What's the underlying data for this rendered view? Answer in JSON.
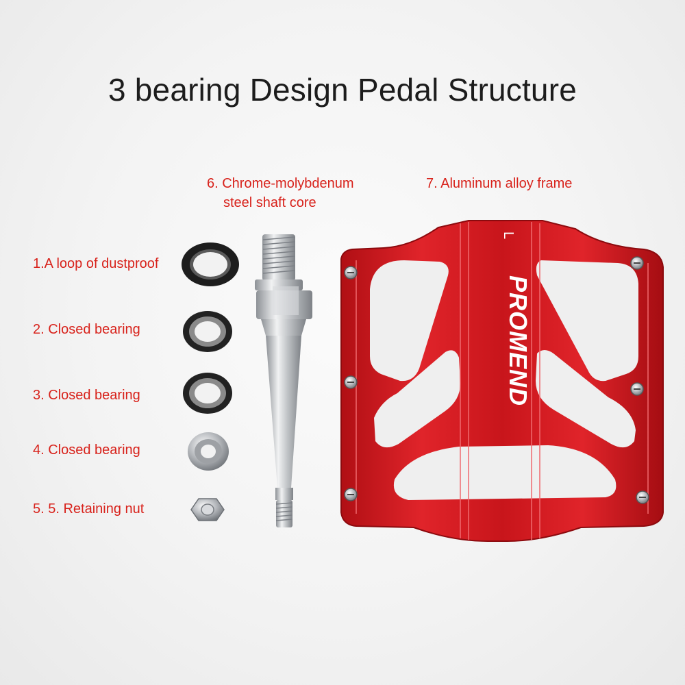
{
  "title": "3 bearing Design Pedal Structure",
  "callouts": {
    "shaft": [
      "6. Chrome-molybdenum",
      "steel shaft core"
    ],
    "frame": "7. Aluminum alloy frame"
  },
  "parts": [
    {
      "label": "1.A loop of dustproof"
    },
    {
      "label": "2. Closed bearing"
    },
    {
      "label": "3. Closed bearing"
    },
    {
      "label": "4. Closed bearing"
    },
    {
      "label": "5. 5. Retaining nut"
    }
  ],
  "brand": {
    "logo_text": "PROMEND",
    "size_mark": "L"
  },
  "colors": {
    "label_red": "#d8221b",
    "pedal_red": "#d3161b",
    "title": "#1c1c1c"
  }
}
